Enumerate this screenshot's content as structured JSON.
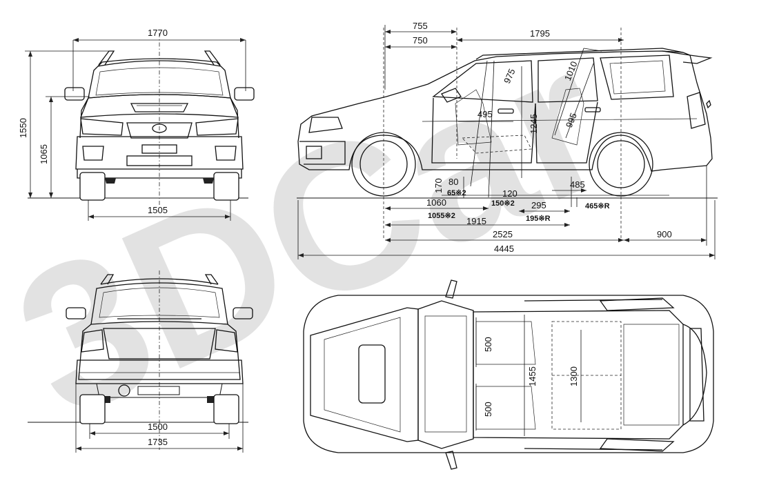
{
  "views": {
    "front": {
      "label": "front view"
    },
    "side": {
      "label": "side view"
    },
    "rear": {
      "label": "rear view"
    },
    "top": {
      "label": "top view"
    }
  },
  "watermark": {
    "text": "3DCar"
  },
  "dimensions": {
    "front": {
      "overall_width": "1770",
      "height_overall": "1550",
      "height_body": "1065",
      "front_track": "1505"
    },
    "rear": {
      "rear_track": "1500",
      "body_width": "1735"
    },
    "side": {
      "front_overhang_a": "755",
      "front_overhang_b": "750",
      "rear_section": "1795",
      "front_legroom": "975",
      "rear_headroom": "1010",
      "rear_legroom": "995",
      "seat_depth": "495",
      "interior_height": "1245",
      "ground_clearance_a": "170",
      "seat_height_a": "80",
      "seat_height_a_note": "65※2",
      "step_height": "120",
      "step_height_note": "150※2",
      "rear_floor_height": "485",
      "rear_floor_note": "465※R",
      "front_seat_pos": "1060",
      "front_seat_pos_note": "1055※2",
      "rear_step": "295",
      "rear_step_note": "195※R",
      "seat_span": "1915",
      "wheelbase": "2525",
      "rear_overhang": "900",
      "overall_length": "4445"
    },
    "top": {
      "front_seat_width_a": "500",
      "front_seat_width_b": "500",
      "cabin_width": "1455",
      "rear_seat_width": "1300"
    }
  }
}
